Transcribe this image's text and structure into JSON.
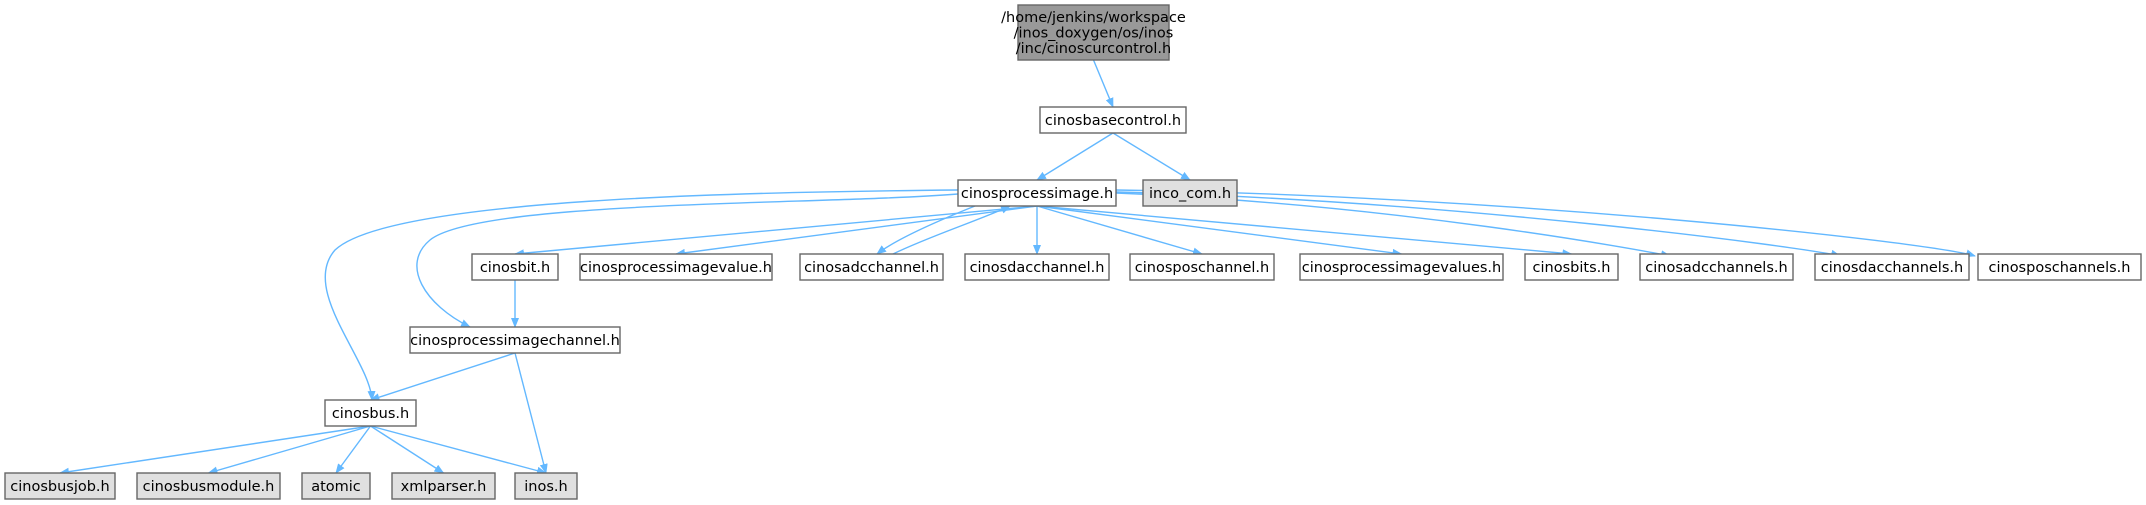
{
  "nodes": [
    {
      "id": "root",
      "lines": [
        "/home/jenkins/workspace",
        "/inos_doxygen/os/inos",
        "/inc/cinoscurcontrol.h"
      ],
      "style": "root"
    },
    {
      "id": "basecontrol",
      "lines": [
        "cinosbasecontrol.h"
      ],
      "style": "normal"
    },
    {
      "id": "inco_com",
      "lines": [
        "inco_com.h"
      ],
      "style": "external"
    },
    {
      "id": "processimage",
      "lines": [
        "cinosprocessimage.h"
      ],
      "style": "normal"
    },
    {
      "id": "bit",
      "lines": [
        "cinosbit.h"
      ],
      "style": "normal"
    },
    {
      "id": "piv",
      "lines": [
        "cinosprocessimagevalue.h"
      ],
      "style": "normal"
    },
    {
      "id": "adcchannel",
      "lines": [
        "cinosadcchannel.h"
      ],
      "style": "normal"
    },
    {
      "id": "dacchannel",
      "lines": [
        "cinosdacchannel.h"
      ],
      "style": "normal"
    },
    {
      "id": "poschannel",
      "lines": [
        "cinosposchannel.h"
      ],
      "style": "normal"
    },
    {
      "id": "pivalues",
      "lines": [
        "cinosprocessimagevalues.h"
      ],
      "style": "normal"
    },
    {
      "id": "bits",
      "lines": [
        "cinosbits.h"
      ],
      "style": "normal"
    },
    {
      "id": "adcchannels",
      "lines": [
        "cinosadcchannels.h"
      ],
      "style": "normal"
    },
    {
      "id": "dacchannels",
      "lines": [
        "cinosdacchannels.h"
      ],
      "style": "normal"
    },
    {
      "id": "poschannels",
      "lines": [
        "cinosposchannels.h"
      ],
      "style": "normal"
    },
    {
      "id": "pichannel",
      "lines": [
        "cinosprocessimagechannel.h"
      ],
      "style": "normal"
    },
    {
      "id": "bus",
      "lines": [
        "cinosbus.h"
      ],
      "style": "normal"
    },
    {
      "id": "busjob",
      "lines": [
        "cinosbusjob.h"
      ],
      "style": "external"
    },
    {
      "id": "busmodule",
      "lines": [
        "cinosbusmodule.h"
      ],
      "style": "external"
    },
    {
      "id": "atomic",
      "lines": [
        "atomic"
      ],
      "style": "external"
    },
    {
      "id": "xmlparser",
      "lines": [
        "xmlparser.h"
      ],
      "style": "external"
    },
    {
      "id": "inos",
      "lines": [
        "inos.h"
      ],
      "style": "external"
    }
  ],
  "edges": [
    {
      "from": "root",
      "to": "basecontrol"
    },
    {
      "from": "basecontrol",
      "to": "processimage"
    },
    {
      "from": "basecontrol",
      "to": "inco_com"
    },
    {
      "from": "processimage",
      "to": "bit"
    },
    {
      "from": "processimage",
      "to": "piv"
    },
    {
      "from": "processimage",
      "to": "adcchannel"
    },
    {
      "from": "adcchannel",
      "to": "processimage"
    },
    {
      "from": "processimage",
      "to": "dacchannel"
    },
    {
      "from": "processimage",
      "to": "poschannel"
    },
    {
      "from": "processimage",
      "to": "pivalues"
    },
    {
      "from": "processimage",
      "to": "bits"
    },
    {
      "from": "processimage",
      "to": "adcchannels"
    },
    {
      "from": "processimage",
      "to": "dacchannels"
    },
    {
      "from": "processimage",
      "to": "poschannels"
    },
    {
      "from": "processimage",
      "to": "pichannel"
    },
    {
      "from": "processimage",
      "to": "bus"
    },
    {
      "from": "bit",
      "to": "pichannel"
    },
    {
      "from": "pichannel",
      "to": "bus"
    },
    {
      "from": "pichannel",
      "to": "inos"
    },
    {
      "from": "bus",
      "to": "busjob"
    },
    {
      "from": "bus",
      "to": "busmodule"
    },
    {
      "from": "bus",
      "to": "atomic"
    },
    {
      "from": "bus",
      "to": "xmlparser"
    },
    {
      "from": "bus",
      "to": "inos"
    }
  ],
  "colors": {
    "edge": "#63b8ff",
    "root_fill": "#999999",
    "external_fill": "#e0e0e0",
    "normal_fill": "#ffffff",
    "border": "#666666"
  }
}
